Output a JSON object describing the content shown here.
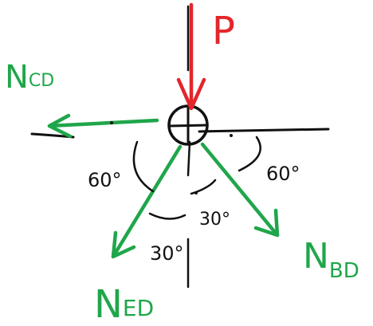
{
  "diagram": {
    "colors": {
      "load": "#e3262b",
      "force": "#1fa64a",
      "ink": "#111111",
      "background": "#ffffff"
    },
    "load_label": "P",
    "force_labels": {
      "ncd": {
        "main": "N",
        "sub": "CD"
      },
      "nbd": {
        "main": "N",
        "sub": "BD"
      },
      "ned": {
        "main": "N",
        "sub": "ED"
      }
    },
    "angles": {
      "left": "60°",
      "right": "60°",
      "center": "30°",
      "bottom": "30°"
    }
  }
}
